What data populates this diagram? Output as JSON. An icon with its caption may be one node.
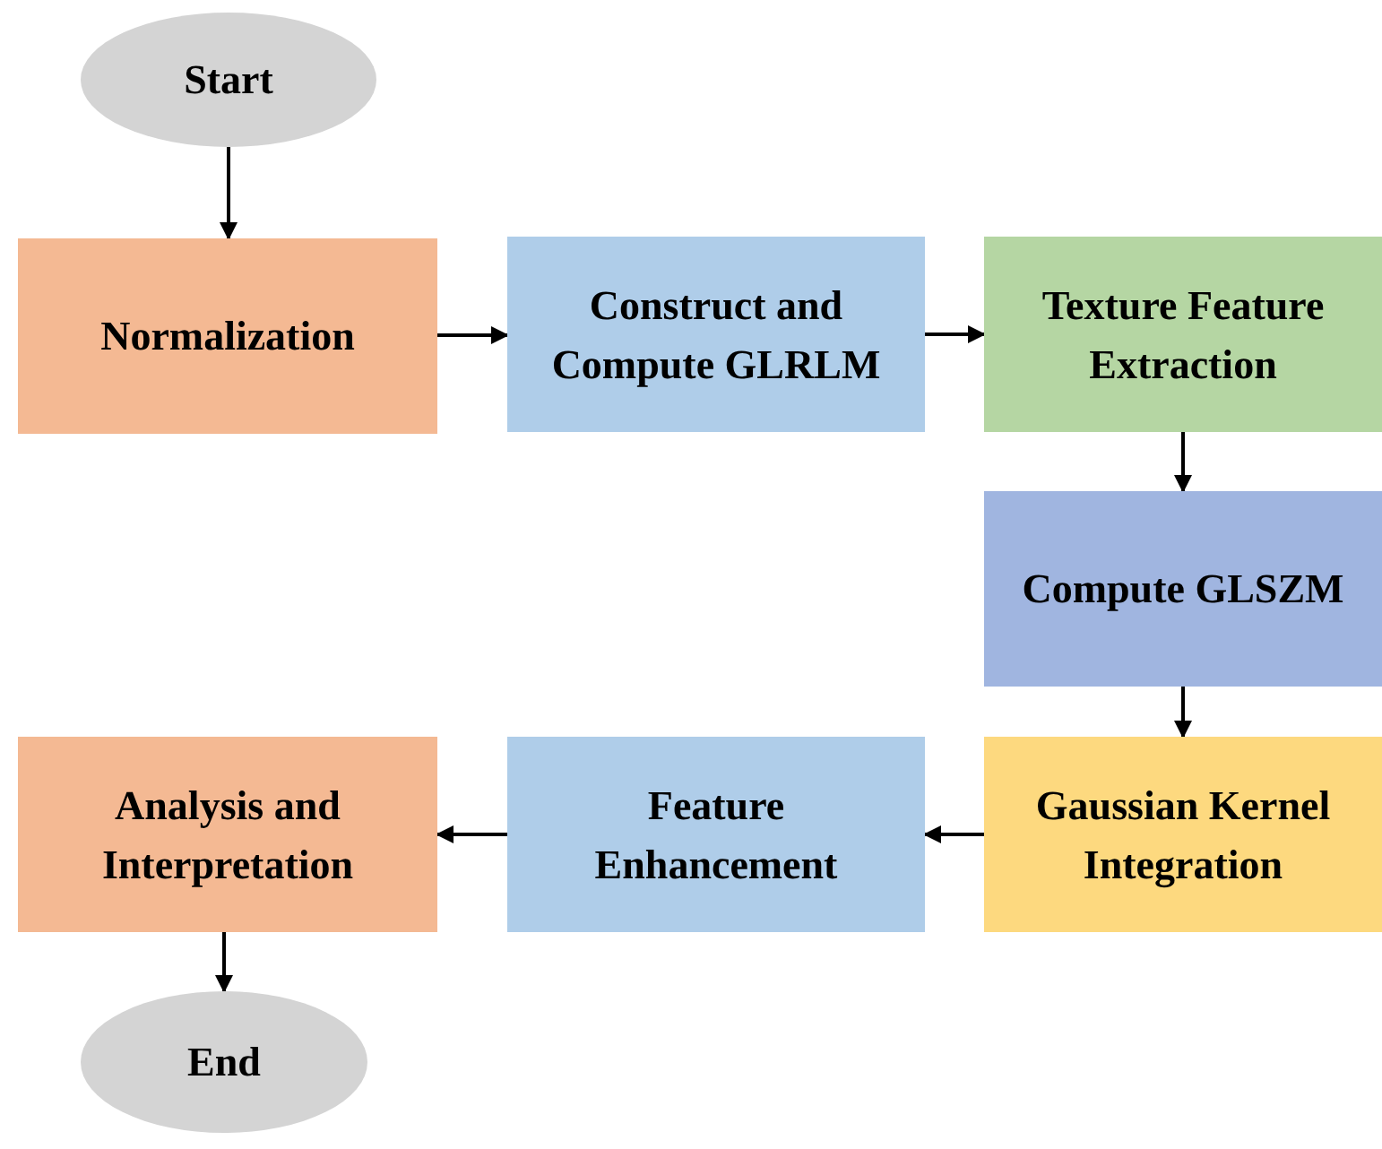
{
  "diagram": {
    "nodes": [
      {
        "text": [
          "Start"
        ]
      },
      {
        "text": [
          "Normalization"
        ]
      },
      {
        "text": [
          "Construct and Compute GLRLM"
        ]
      },
      {
        "text": [
          "Texture Feature Extraction"
        ]
      },
      {
        "text": [
          "Compute GLSZM"
        ]
      },
      {
        "text": [
          "Gaussian Kernel Integration"
        ]
      },
      {
        "text": [
          "Feature Enhancement"
        ]
      },
      {
        "text": [
          "Analysis and Interpretation"
        ]
      },
      {
        "text": [
          "End"
        ]
      }
    ],
    "edges": [
      {
        "from": 0,
        "to": 1,
        "arrow": "to"
      },
      {
        "from": 1,
        "to": 2,
        "arrow": "to"
      },
      {
        "from": 2,
        "to": 3,
        "arrow": "to"
      },
      {
        "from": 3,
        "to": 4,
        "arrow": "to"
      },
      {
        "from": 4,
        "to": 5,
        "arrow": "to"
      },
      {
        "from": 5,
        "to": 6,
        "arrow": "to"
      },
      {
        "from": 6,
        "to": 7,
        "arrow": "to"
      },
      {
        "from": 7,
        "to": 8,
        "arrow": "to"
      }
    ]
  }
}
